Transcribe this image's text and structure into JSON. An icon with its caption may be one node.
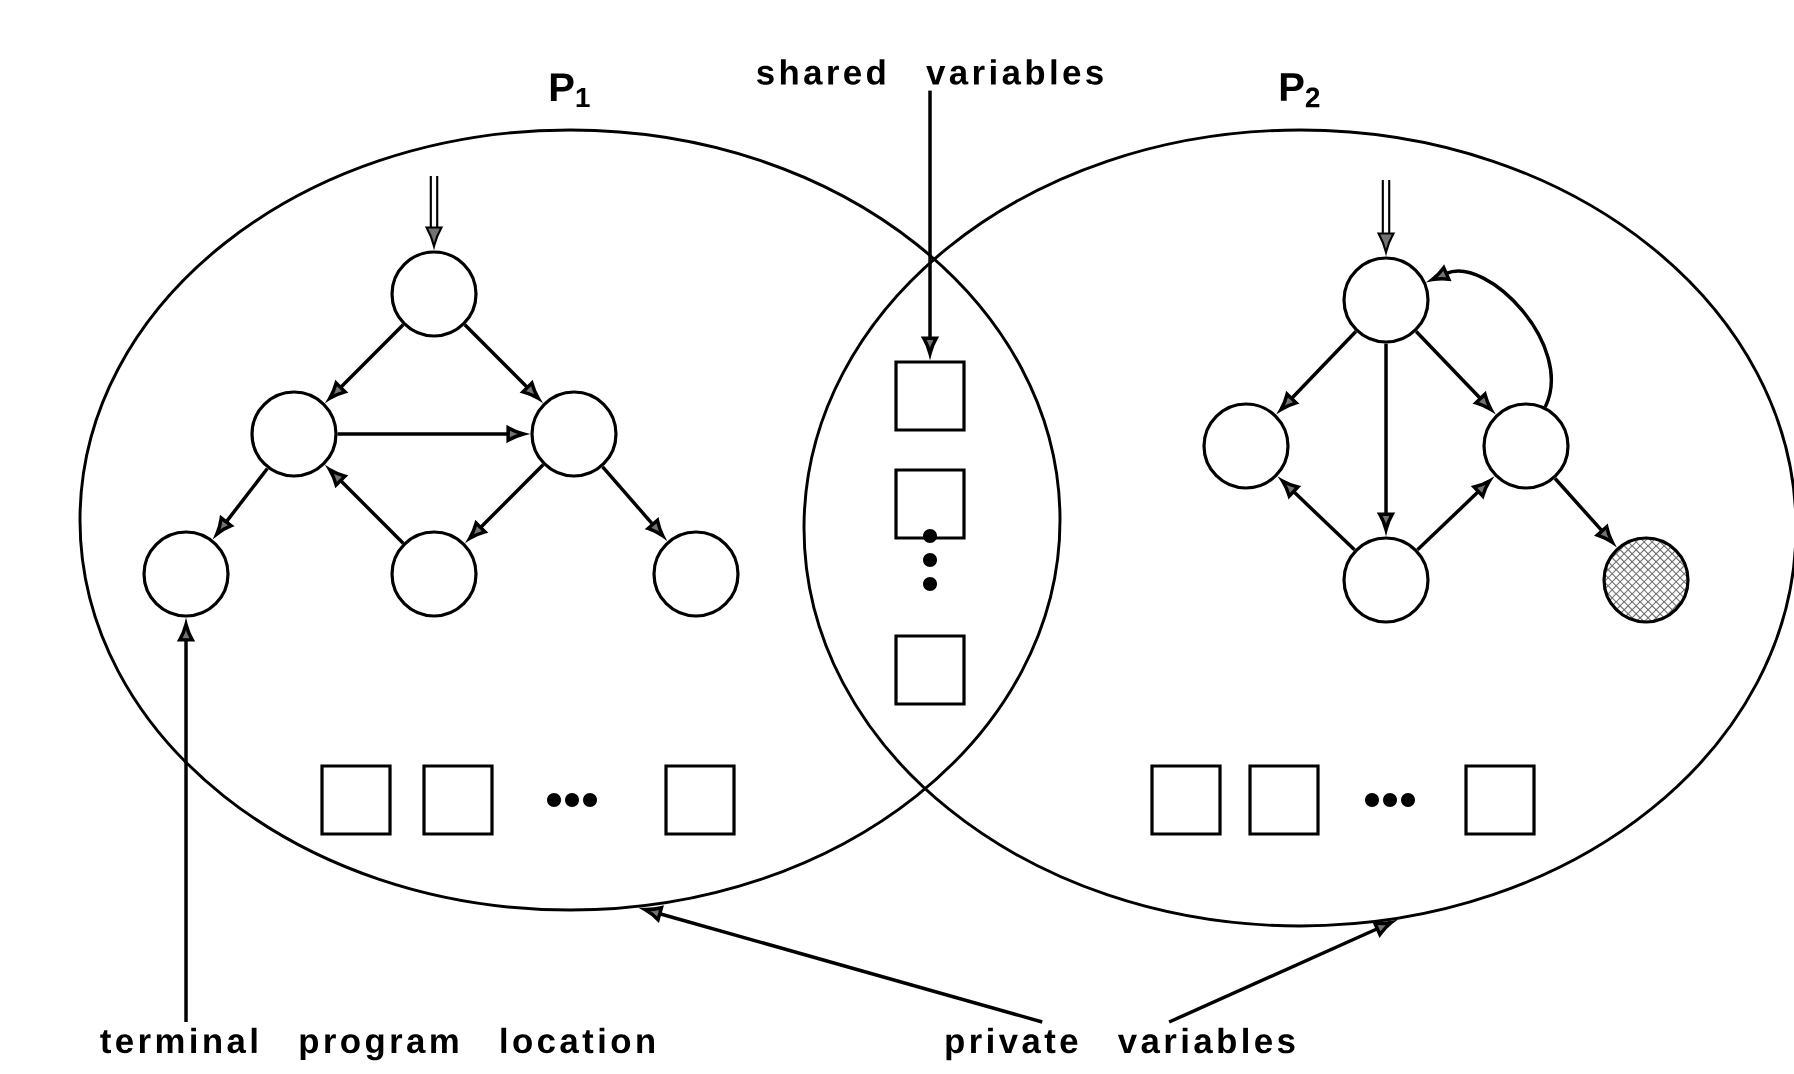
{
  "diagram": {
    "nodes": [
      {
        "text": [
          "P$_{1}$"
        ]
      },
      {
        "text": [
          "P$_{2}$"
        ]
      },
      {
        "text": [
          "shared variables"
        ]
      },
      {
        "text": [],
        "shape": "circle",
        "in": 0
      },
      {
        "text": [],
        "shape": "circle",
        "in": 0
      },
      {
        "text": [],
        "shape": "circle",
        "in": 0
      },
      {
        "text": [],
        "shape": "circle",
        "in": 0
      },
      {
        "text": [],
        "shape": "circle",
        "in": 0
      },
      {
        "text": [],
        "shape": "circle",
        "in": 0
      },
      {
        "text": [],
        "shape": "circle",
        "in": 1
      },
      {
        "text": [],
        "shape": "circle",
        "in": 1
      },
      {
        "text": [],
        "shape": "circle",
        "in": 1
      },
      {
        "text": [],
        "shape": "circle",
        "in": 1
      },
      {
        "text": [],
        "shape": "circle",
        "in": 1
      },
      {
        "text": [],
        "shape": "box"
      },
      {
        "text": [],
        "shape": "box"
      },
      {
        "text": [],
        "shape": "box"
      },
      {
        "text": [],
        "shape": "box",
        "in": 0
      },
      {
        "text": [],
        "shape": "box",
        "in": 0
      },
      {
        "text": [],
        "shape": "box",
        "in": 0
      },
      {
        "text": [],
        "shape": "box",
        "in": 1
      },
      {
        "text": [],
        "shape": "box",
        "in": 1
      },
      {
        "text": [],
        "shape": "box",
        "in": 1
      },
      {
        "text": [
          "terminal program location"
        ]
      },
      {
        "text": [
          "private variables"
        ]
      }
    ],
    "edges": [
      {
        "from": null,
        "to": 3,
        "arrow": "to",
        "style": "thick"
      },
      {
        "from": 3,
        "to": 4,
        "arrow": "to"
      },
      {
        "from": 3,
        "to": 5,
        "arrow": "to"
      },
      {
        "from": 4,
        "to": 5,
        "arrow": "to"
      },
      {
        "from": 4,
        "to": 6,
        "arrow": "to"
      },
      {
        "from": 7,
        "to": 4,
        "arrow": "to"
      },
      {
        "from": 5,
        "to": 7,
        "arrow": "to"
      },
      {
        "from": 5,
        "to": 8,
        "arrow": "to"
      },
      {
        "from": null,
        "to": 9,
        "arrow": "to",
        "style": "thick"
      },
      {
        "from": 9,
        "to": 10,
        "arrow": "to"
      },
      {
        "from": 9,
        "to": 12,
        "arrow": "to"
      },
      {
        "from": 9,
        "to": 11,
        "arrow": "to"
      },
      {
        "from": 12,
        "to": 10,
        "arrow": "to"
      },
      {
        "from": 12,
        "to": 11,
        "arrow": "to"
      },
      {
        "from": 11,
        "to": 9,
        "arrow": "to"
      },
      {
        "from": 11,
        "to": 13,
        "arrow": "to"
      },
      {
        "from": 2,
        "to": 14,
        "arrow": "to"
      },
      {
        "from": 23,
        "to": 6,
        "arrow": "to"
      },
      {
        "from": 24,
        "to": 0,
        "arrow": "to"
      },
      {
        "from": 24,
        "to": 1,
        "arrow": "to"
      }
    ]
  }
}
